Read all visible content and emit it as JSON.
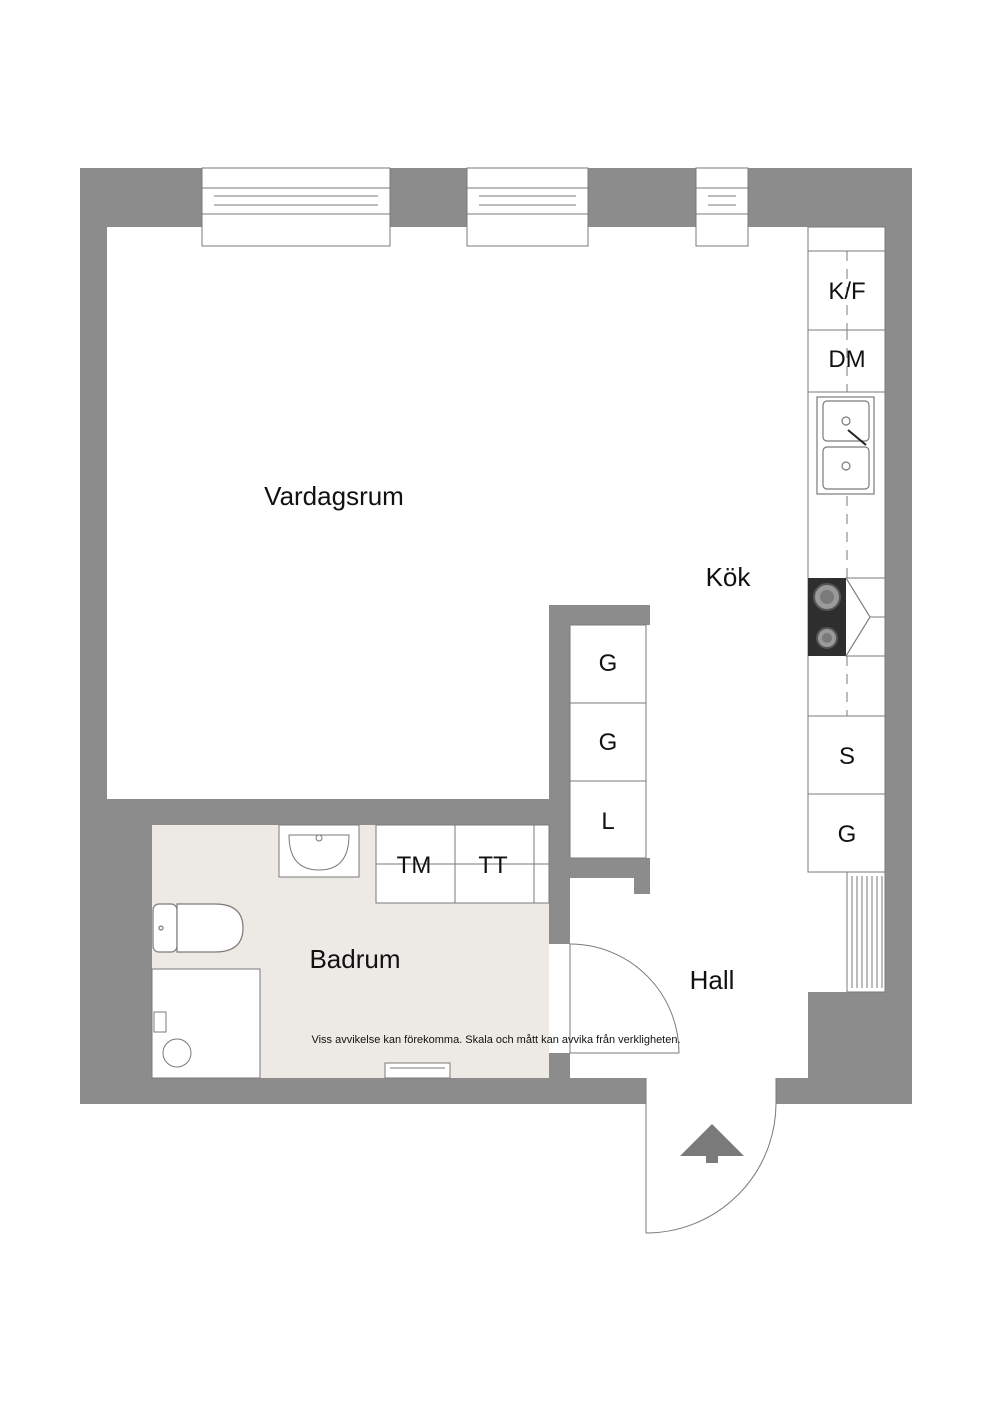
{
  "rooms": {
    "vardagsrum": "Vardagsrum",
    "kok": "Kök",
    "badrum": "Badrum",
    "hall": "Hall"
  },
  "kitchen_units": {
    "kf": "K/F",
    "dm": "DM",
    "s": "S",
    "g": "G"
  },
  "wardrobes": {
    "g1": "G",
    "g2": "G",
    "l": "L"
  },
  "bathroom_units": {
    "tm": "TM",
    "tt": "TT"
  },
  "footer": {
    "disclaimer": "Viss avvikelse kan förekomma. Skala och mått kan avvika från verkligheten."
  },
  "colors": {
    "wall": "#8c8c8c",
    "bathroom_floor": "#ede9e4",
    "line": "#7a7a7a"
  }
}
